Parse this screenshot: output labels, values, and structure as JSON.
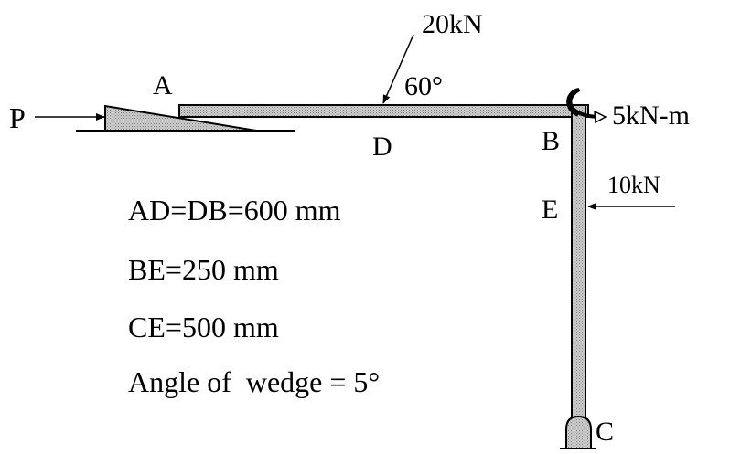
{
  "labels": {
    "force_p": "P",
    "point_a": "A",
    "point_b": "B",
    "point_c": "C",
    "point_d": "D",
    "point_e": "E",
    "force_20": "20kN",
    "angle_60": "60°",
    "moment": "5kN-m",
    "force_10": "10kN"
  },
  "specs": [
    "AD=DB=600 mm",
    "BE=250 mm",
    "CE=500 mm",
    "Angle of  wedge = 5°"
  ],
  "colors": {
    "member_fill": "#b8b8b8",
    "stroke": "#000000"
  }
}
